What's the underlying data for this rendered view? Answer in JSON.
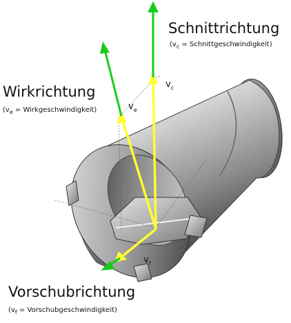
{
  "labels": {
    "cutting_direction": {
      "title": "Schnittrichtung",
      "sub_symbol": "v",
      "sub_index": "c",
      "sub_text": " = Schnittgeschwindigkeit)"
    },
    "effective_direction": {
      "title": "Wirkrichtung",
      "sub_symbol": "v",
      "sub_index": "e",
      "sub_text": " = Wirkgeschwindigkeit)"
    },
    "feed_direction": {
      "title": "Vorschubrichtung",
      "sub_symbol": "v",
      "sub_index": "f",
      "sub_text": " = Vorschubgeschwindigkeit)"
    }
  },
  "vectors": {
    "vc": {
      "symbol": "v",
      "index": "c"
    },
    "ve": {
      "symbol": "v",
      "index": "e"
    },
    "vf": {
      "symbol": "v",
      "index": "f"
    }
  },
  "colors": {
    "arrow_green": "#19cc19",
    "arrow_yellow": "#ffff33",
    "cylinder_light": "#e8e8e8",
    "cylinder_dark": "#555555"
  }
}
